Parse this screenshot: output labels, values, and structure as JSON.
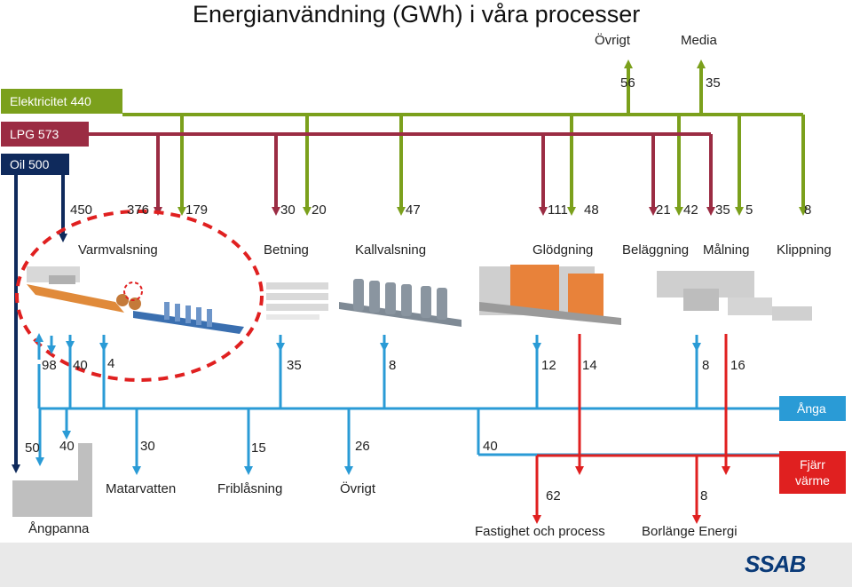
{
  "title": "Energianvändning (GWh) i våra processer",
  "colors": {
    "el": "#7ba01c",
    "lpg": "#9b2c43",
    "oil": "#0f2a5c",
    "steam": "#2a9bd6",
    "heat": "#e02020",
    "ssab": "#0a3a78"
  },
  "supplies": {
    "el": "Elektricitet 440",
    "lpg": "LPG 573",
    "oil": "Oil 500"
  },
  "outputs_top": {
    "ovrigt": "Övrigt",
    "media": "Media",
    "ovrigt_val": "56",
    "media_val": "35"
  },
  "process_values": [
    "450",
    "376",
    "179",
    "30",
    "20",
    "47",
    "111",
    "48",
    "21",
    "42",
    "35",
    "5",
    "8"
  ],
  "processes": [
    "Varmvalsning",
    "Betning",
    "Kallvalsning",
    "Glödgning",
    "Beläggning",
    "Målning",
    "Klippning"
  ],
  "steam_values": [
    "98",
    "40",
    "4",
    "35",
    "8",
    "12",
    "14",
    "8",
    "16"
  ],
  "anga": "Ånga",
  "bottom_values": [
    "50",
    "40",
    "30",
    "15",
    "26",
    "40"
  ],
  "steam_uses": {
    "matarvatten": "Matarvatten",
    "friblasning": "Friblåsning",
    "ovrigt": "Övrigt",
    "angpanna": "Ångpanna"
  },
  "heat": {
    "fjarr": "Fjärr\nvärme",
    "v62": "62",
    "v8": "8",
    "fastighet": "Fastighet och process",
    "borlange": "Borlänge Energi"
  },
  "logo": "SSAB"
}
